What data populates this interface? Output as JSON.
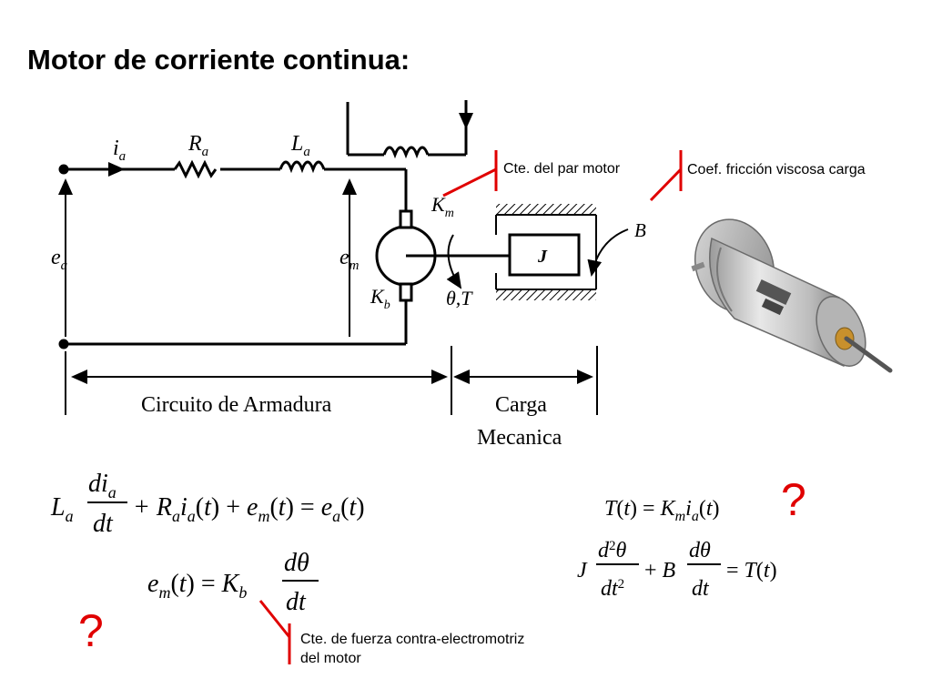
{
  "title": "Motor de corriente continua:",
  "colors": {
    "ink": "#000000",
    "annotation": "#e00000"
  },
  "circuit": {
    "i_a": "i",
    "i_a_sub": "a",
    "R_a": "R",
    "R_a_sub": "a",
    "L_a": "L",
    "L_a_sub": "a",
    "e_a": "e",
    "e_a_sub": "a",
    "e_m": "e",
    "e_m_sub": "m",
    "K_m": "K",
    "K_m_sub": "m",
    "K_b": "K",
    "K_b_sub": "b",
    "theta_T": "θ,T",
    "B": "B",
    "J": "J",
    "armature_label": "Circuito de Armadura",
    "load_label_1": "Carga",
    "load_label_2": "Mecanica"
  },
  "annotations": {
    "km_note": "Cte. del par motor",
    "b_note": "Coef. fricción viscosa carga",
    "kb_note_1": "Cte. de fuerza contra-electromotriz",
    "kb_note_2": "del motor",
    "question_mark": "?"
  },
  "equations": {
    "eq1": "L_a di_a/dt + R_a i_a(t) + e_m(t) = e_a(t)",
    "eq2": "e_m(t) = K_b dθ/dt",
    "eq3": "T(t) = K_m i_a(t)",
    "eq4": "J d²θ/dt² + B dθ/dt = T(t)"
  },
  "photo": {
    "icon": "dc-motor-photo"
  }
}
